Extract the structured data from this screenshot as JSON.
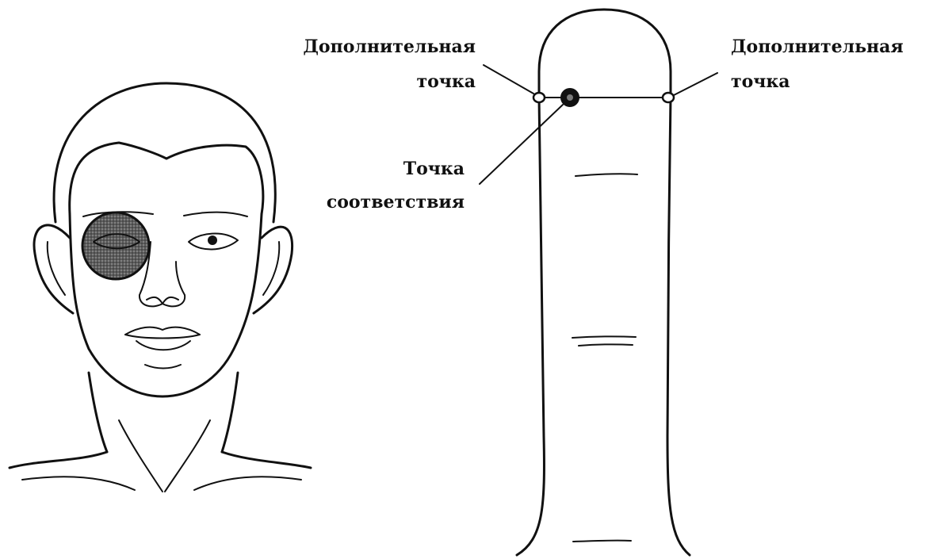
{
  "labels": {
    "extra_point_left_line1": "Дополнительная",
    "extra_point_left_line2": "точка",
    "correspondence_point_line1": "Точка",
    "correspondence_point_line2": "соответствия",
    "extra_point_right_line1": "Дополнительная",
    "extra_point_right_line2": "точка"
  },
  "icons": {
    "face": "face-illustration-icon",
    "finger": "finger-illustration-icon"
  },
  "colors": {
    "ink": "#111111",
    "eye_patch": "#6a6a6a",
    "background": "#ffffff"
  }
}
